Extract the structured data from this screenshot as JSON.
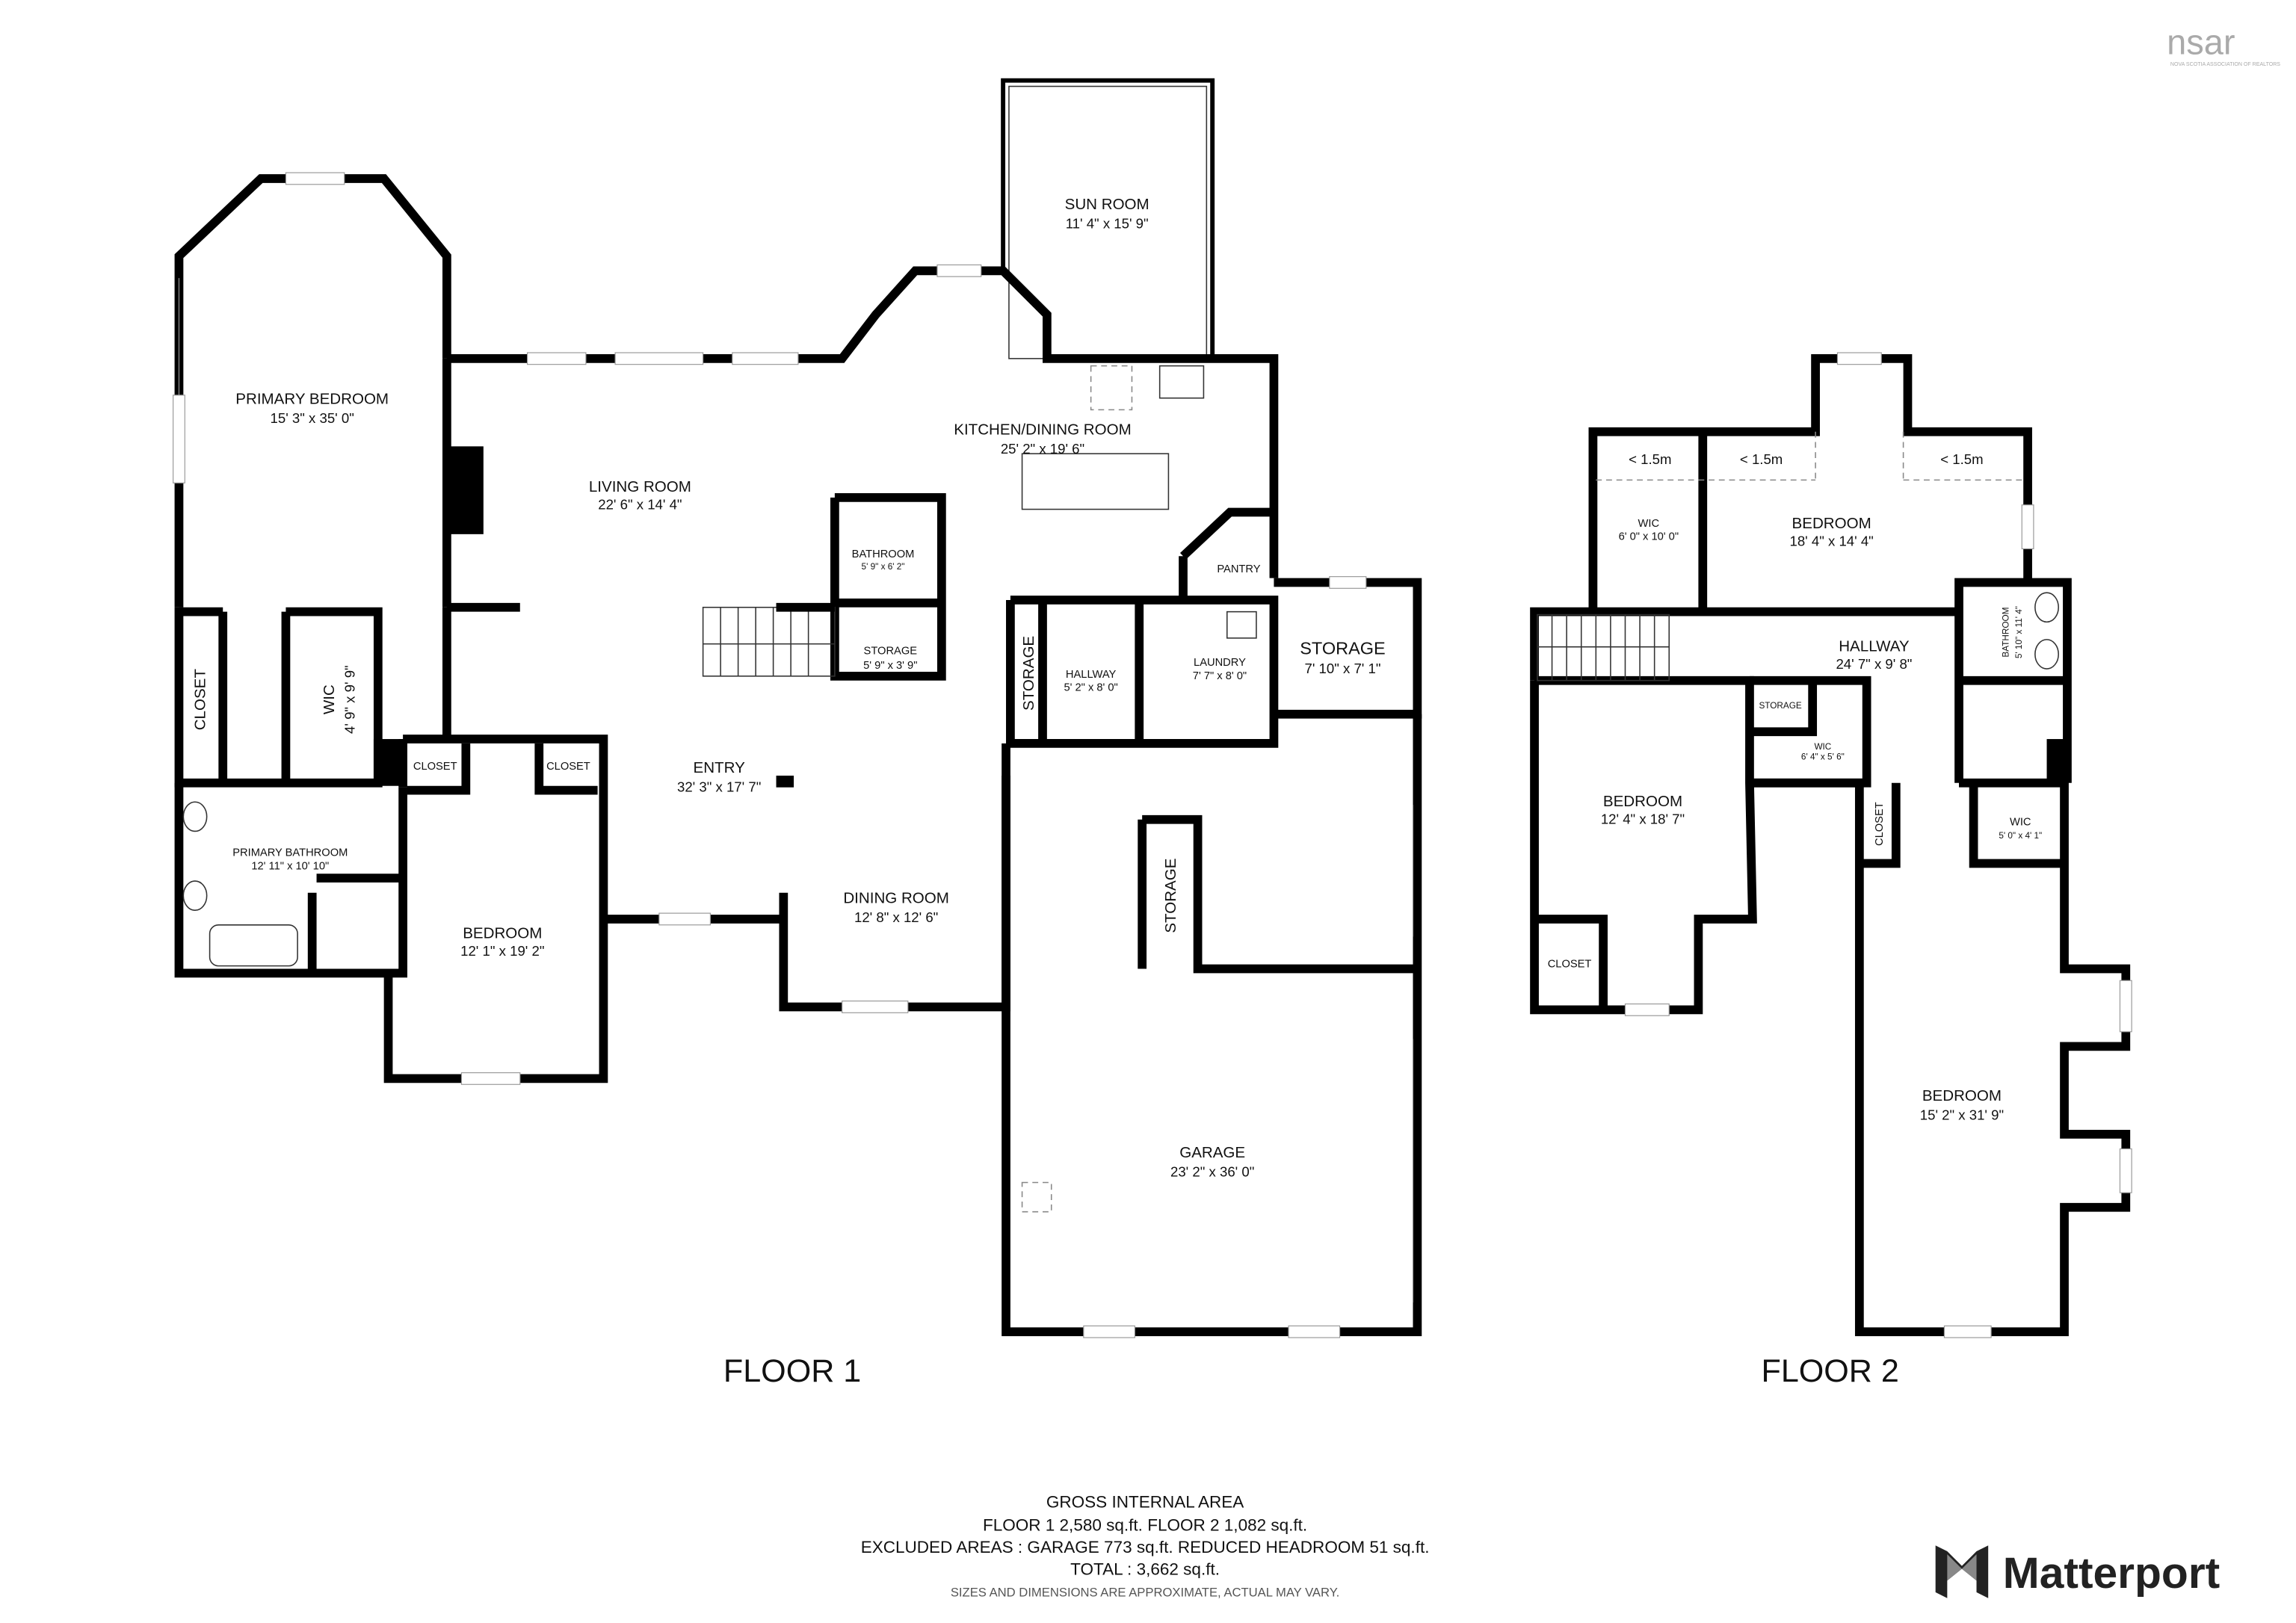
{
  "logo_nsar": {
    "text": "nsar",
    "subtitle": "NOVA SCOTIA ASSOCIATION OF REALTORS"
  },
  "floor1": {
    "label": "FLOOR 1",
    "rooms": {
      "sun_room": {
        "name": "SUN ROOM",
        "dims": "11' 4\" x 15' 9\""
      },
      "primary_bedroom": {
        "name": "PRIMARY BEDROOM",
        "dims": "15' 3\" x 35' 0\""
      },
      "kitchen_dining": {
        "name": "KITCHEN/DINING ROOM",
        "dims": "25' 2\" x 19' 6\""
      },
      "living_room": {
        "name": "LIVING ROOM",
        "dims": "22' 6\" x 14' 4\""
      },
      "bathroom": {
        "name": "BATHROOM",
        "dims": "5' 9\" x 6' 2\""
      },
      "pantry": {
        "name": "PANTRY"
      },
      "storage_small": {
        "name": "STORAGE",
        "dims": "5' 9\" x 3' 9\""
      },
      "storage_hall": {
        "name": "STORAGE"
      },
      "hallway": {
        "name": "HALLWAY",
        "dims": "5' 2\" x 8' 0\""
      },
      "laundry": {
        "name": "LAUNDRY",
        "dims": "7' 7\" x 8' 0\""
      },
      "storage_right": {
        "name": "STORAGE",
        "dims": "7' 10\" x 7' 1\""
      },
      "closet_left": {
        "name": "CLOSET"
      },
      "wic": {
        "name": "WIC",
        "dims": "4' 9\" x 9' 9\""
      },
      "closet_a": {
        "name": "CLOSET"
      },
      "closet_b": {
        "name": "CLOSET"
      },
      "entry": {
        "name": "ENTRY",
        "dims": "32' 3\" x 17' 7\""
      },
      "primary_bathroom": {
        "name": "PRIMARY BATHROOM",
        "dims": "12' 11\" x 10' 10\""
      },
      "bedroom": {
        "name": "BEDROOM",
        "dims": "12' 1\" x 19' 2\""
      },
      "dining_room": {
        "name": "DINING ROOM",
        "dims": "12' 8\" x 12' 6\""
      },
      "storage_garage": {
        "name": "STORAGE"
      },
      "garage": {
        "name": "GARAGE",
        "dims": "23' 2\" x 36' 0\""
      }
    }
  },
  "floor2": {
    "label": "FLOOR 2",
    "rooms": {
      "low_a": {
        "name": "< 1.5m"
      },
      "low_b": {
        "name": "< 1.5m"
      },
      "low_c": {
        "name": "< 1.5m"
      },
      "wic_top": {
        "name": "WIC",
        "dims": "6' 0\" x 10' 0\""
      },
      "bedroom_top": {
        "name": "BEDROOM",
        "dims": "18' 4\" x 14' 4\""
      },
      "hallway": {
        "name": "HALLWAY",
        "dims": "24' 7\" x 9' 8\""
      },
      "bathroom": {
        "name": "BATHROOM",
        "dims": "5' 10\" x 11' 4\""
      },
      "storage": {
        "name": "STORAGE"
      },
      "wic_mid": {
        "name": "WIC",
        "dims": "6' 4\" x 5' 6\""
      },
      "bedroom_left": {
        "name": "BEDROOM",
        "dims": "12' 4\" x 18' 7\""
      },
      "closet_mid": {
        "name": "CLOSET"
      },
      "wic_small": {
        "name": "WIC",
        "dims": "5' 0\" x 4' 1\""
      },
      "closet_left": {
        "name": "CLOSET"
      },
      "bedroom_big": {
        "name": "BEDROOM",
        "dims": "15' 2\" x 31' 9\""
      }
    }
  },
  "summary": {
    "title": "GROSS INTERNAL AREA",
    "floors_line": "FLOOR 1 2,580 sq.ft.   FLOOR 2 1,082 sq.ft.",
    "excluded_line": "EXCLUDED AREAS :  GARAGE 773 sq.ft.   REDUCED HEADROOM 51 sq.ft.",
    "total_line": "TOTAL :  3,662 sq.ft.",
    "disclaimer": "SIZES AND DIMENSIONS ARE APPROXIMATE, ACTUAL MAY VARY."
  },
  "brand": {
    "name": "Matterport"
  }
}
